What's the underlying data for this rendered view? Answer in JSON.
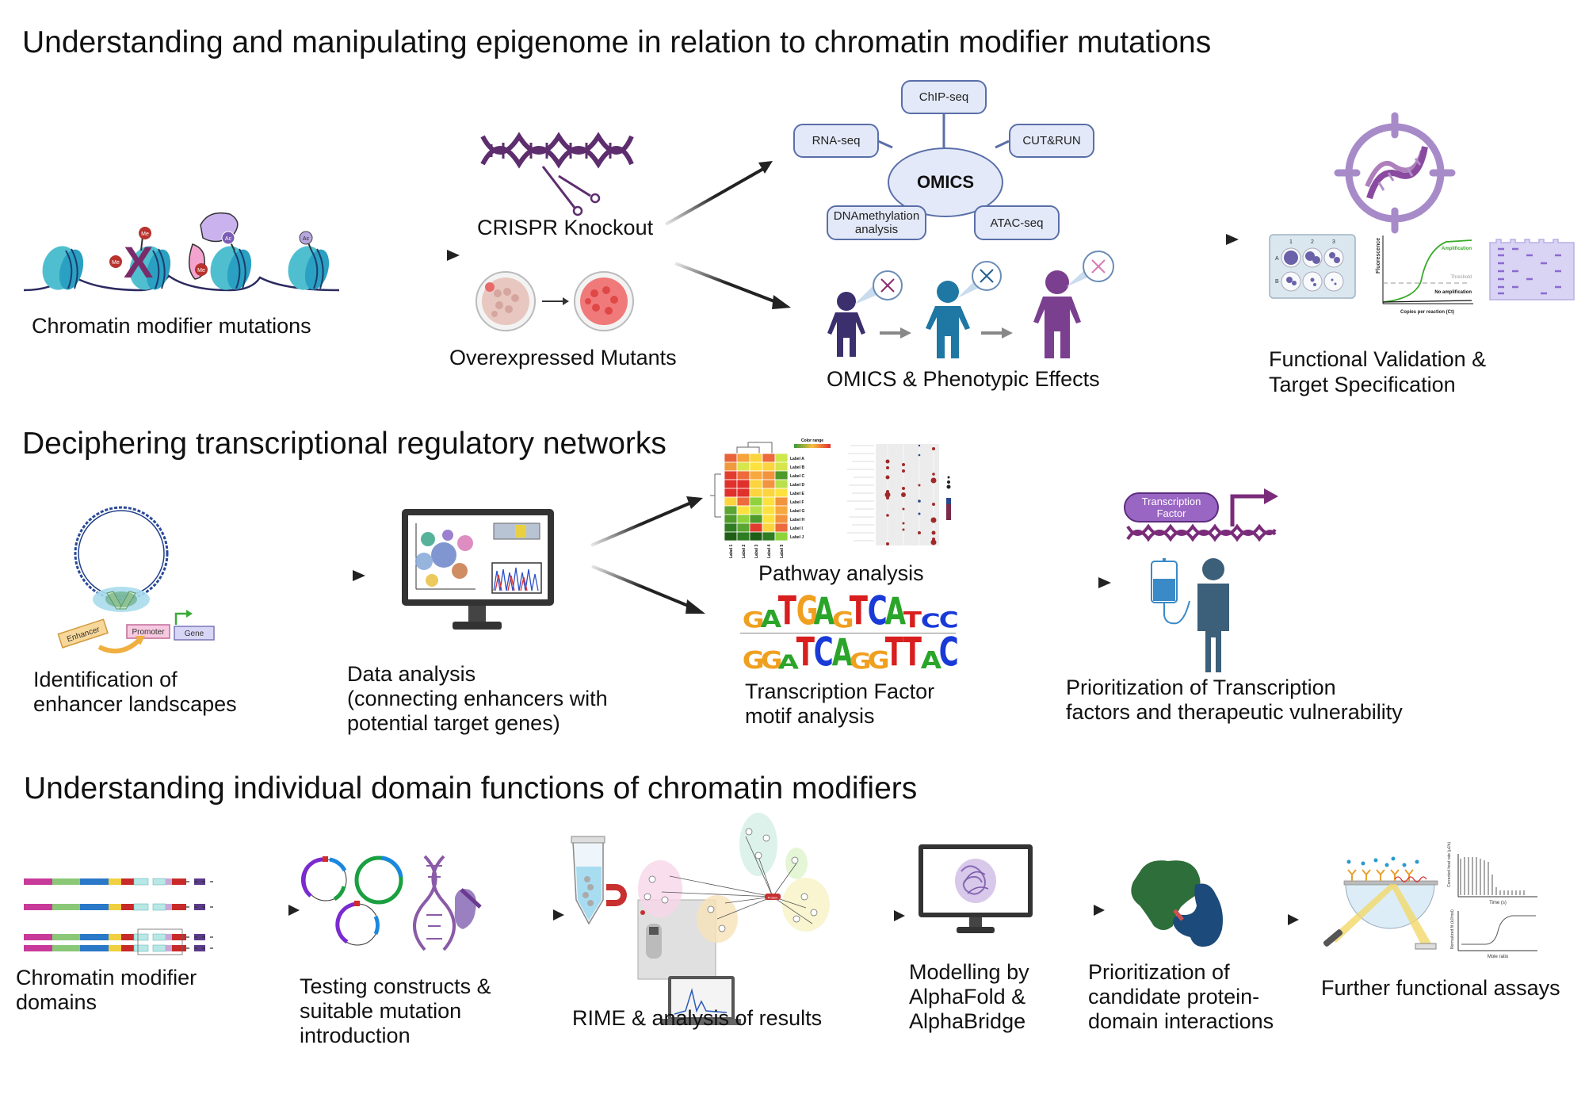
{
  "sections": [
    {
      "title": "Understanding and manipulating epigenome in relation to chromatin modifier mutations",
      "steps": [
        {
          "label": "Chromatin modifier mutations",
          "icon": "nucleosome-chromatin-icon",
          "marks": [
            "Me",
            "Me",
            "Me",
            "Ac",
            "Ac"
          ]
        },
        {
          "label": "CRISPR Knockout",
          "icon": "dna-scissors-icon"
        },
        {
          "label": "Overexpressed Mutants",
          "icon": "petri-dish-icon"
        },
        {
          "label": "OMICS & Phenotypic Effects",
          "icon": "people-phenotype-icon"
        },
        {
          "label_lines": [
            "Functional Validation &",
            "Target Specification"
          ],
          "icon": "dna-target-icon"
        }
      ],
      "omics": {
        "center": "OMICS",
        "nodes": [
          "ChIP-seq",
          "RNA-seq",
          "CUT&RUN",
          "DNAmethylation analysis",
          "ATAC-seq"
        ]
      },
      "validation_mini": {
        "plate_cols": [
          "1",
          "2",
          "3"
        ],
        "plate_rows": [
          "A",
          "B"
        ],
        "qpcr": {
          "ylabel": "Fluorescence",
          "xlabel": "Copies per reaction (Ct)",
          "amplification": "Amplification",
          "threshold": "Threshold",
          "no_amplification": "No amplification"
        }
      }
    },
    {
      "title": "Deciphering transcriptional regulatory networks",
      "steps": [
        {
          "label_lines": [
            "Identification of",
            "enhancer landscapes"
          ],
          "icon": "enhancer-loop-icon",
          "tags": [
            "Enhancer",
            "Promoter",
            "Gene"
          ]
        },
        {
          "label_lines": [
            "Data analysis",
            "(connecting enhancers with",
            "potential target genes)"
          ],
          "icon": "monitor-analysis-icon"
        },
        {
          "label": "Pathway analysis",
          "icon": "heatmap-dotplot-icon"
        },
        {
          "label_lines": [
            "Transcription Factor",
            "motif analysis"
          ],
          "icon": "sequence-logo-icon"
        },
        {
          "label_lines": [
            "Prioritization of Transcription",
            "factors and therapeutic vulnerability"
          ],
          "icon": "patient-iv-icon"
        }
      ],
      "heatmap": {
        "legend_title": "Color range",
        "row_labels": [
          "Label A",
          "Label B",
          "Label C",
          "Label D",
          "Label E",
          "Label F",
          "Label G",
          "Label H",
          "Label I",
          "Label J"
        ],
        "col_labels": [
          "Label 1",
          "Label 2",
          "Label 3",
          "Label 4",
          "Label 5"
        ],
        "colors": [
          [
            "#e8633a",
            "#f5a33a",
            "#fcd43d",
            "#ec6a3c",
            "#cde84a"
          ],
          [
            "#f09a40",
            "#d6e64b",
            "#fde23f",
            "#fcd43d",
            "#d6e64b"
          ],
          [
            "#e23c2f",
            "#ee6a3a",
            "#f7a93e",
            "#f2933e",
            "#4f9a2a"
          ],
          [
            "#e0302c",
            "#e0302c",
            "#fcd43d",
            "#f2933e",
            "#b8e04a"
          ],
          [
            "#e0302c",
            "#e0302c",
            "#fcd43d",
            "#fcd43d",
            "#fde23f"
          ],
          [
            "#fcd43d",
            "#ec6a3c",
            "#8fd23c",
            "#fde23f",
            "#f2933e"
          ],
          [
            "#5ba532",
            "#fde23f",
            "#b8e04a",
            "#fde23f",
            "#f7a93e"
          ],
          [
            "#4f9a2a",
            "#8fd23c",
            "#4f9a2a",
            "#fde23f",
            "#f2933e"
          ],
          [
            "#2f7d22",
            "#5ba532",
            "#e23c2f",
            "#fcd43d",
            "#ec6a3c"
          ],
          [
            "#1f5e16",
            "#2f7d22",
            "#1f5e16",
            "#2f7d22",
            "#8fd23c"
          ]
        ]
      },
      "motifs": [
        "GATGAGTCATCC",
        "GGATCAGGTTAC"
      ],
      "tf_pill": "Transcription Factor"
    },
    {
      "title": "Understanding individual domain functions of chromatin modifiers",
      "steps": [
        {
          "label_lines": [
            "Chromatin modifier",
            "domains"
          ],
          "icon": "domain-bars-icon"
        },
        {
          "label_lines": [
            "Testing constructs &",
            "suitable mutation",
            "introduction"
          ],
          "icon": "plasmid-dna-edit-icon"
        },
        {
          "label": "RIME & analysis of results",
          "icon": "rime-network-icon"
        },
        {
          "label_lines": [
            "Modelling by",
            "AlphaFold &",
            "AlphaBridge"
          ],
          "icon": "monitor-protein-icon"
        },
        {
          "label_lines": [
            "Prioritization of",
            "candidate protein-",
            "domain interactions"
          ],
          "icon": "protein-complex-icon"
        },
        {
          "label": "Further functional assays",
          "icon": "spr-itc-icon"
        }
      ],
      "assay_mini": {
        "top_ylabel": "Corrected heat rate (µJ/s)",
        "top_xlabel": "Time (s)",
        "bottom_ylabel": "Normalized fit (kJ/mol)",
        "bottom_xlabel": "Mole ratio"
      },
      "network_hub": "Protein"
    }
  ],
  "colors": {
    "nucleosome": "#4fbfd0",
    "nucleosome_dark": "#1e8fb0",
    "dna_purple": "#5d2d6e",
    "crispr_x": "#7a2c6a",
    "me_red": "#b8322e",
    "ac_purple": "#a78fd6",
    "omics_fill": "#e3e9f8",
    "omics_stroke": "#5a6fa8",
    "person_1": "#3b2f6e",
    "person_2": "#1f77a3",
    "person_3": "#7b3f8f",
    "patient": "#3c5f7a",
    "arrow": "#222222"
  }
}
